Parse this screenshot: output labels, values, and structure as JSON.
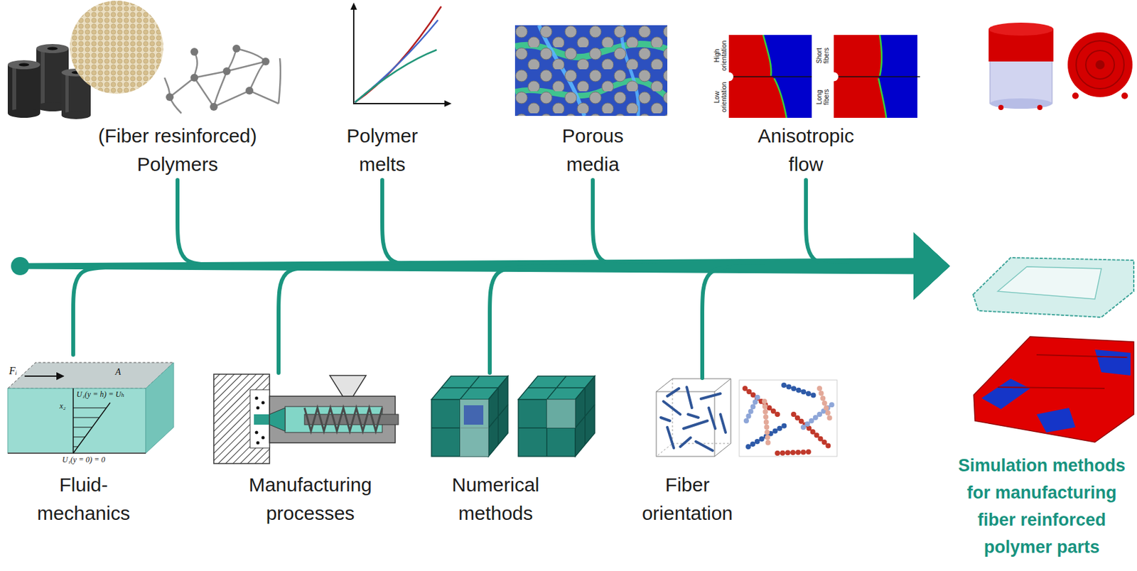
{
  "diagram": {
    "nodes": [
      {
        "text": [
          "(Fiber resinforced) Polymers"
        ]
      },
      {
        "text": [
          "Polymer melts"
        ]
      },
      {
        "text": [
          "Porous media"
        ]
      },
      {
        "text": [
          "Anisotropic flow"
        ]
      },
      {
        "text": [
          "Fluid- mechanics"
        ]
      },
      {
        "text": [
          "Manufacturing processes"
        ]
      },
      {
        "text": [
          "Numerical methods"
        ]
      },
      {
        "text": [
          "Fiber orientation"
        ]
      },
      {
        "text": [
          "Simulation methods for manufacturing fiber reinforced polymer parts"
        ]
      }
    ],
    "edges": [
      {
        "from": 0,
        "to": 8,
        "arrow": "to"
      },
      {
        "from": 1,
        "to": 8,
        "arrow": "to"
      },
      {
        "from": 2,
        "to": 8,
        "arrow": "to"
      },
      {
        "from": 3,
        "to": 8,
        "arrow": "to"
      },
      {
        "from": 4,
        "to": 8,
        "arrow": "to"
      },
      {
        "from": 5,
        "to": 8,
        "arrow": "to"
      },
      {
        "from": 6,
        "to": 8,
        "arrow": "to"
      },
      {
        "from": 7,
        "to": 8,
        "arrow": "to"
      }
    ],
    "labels": [
      "High orientation",
      "Low orientation",
      "Short fibers",
      "Long fibers",
      "Fᵢ",
      "A",
      "U₁(y = h) = Uₕ",
      "x₂",
      "U₁(y = 0) = 0"
    ]
  }
}
